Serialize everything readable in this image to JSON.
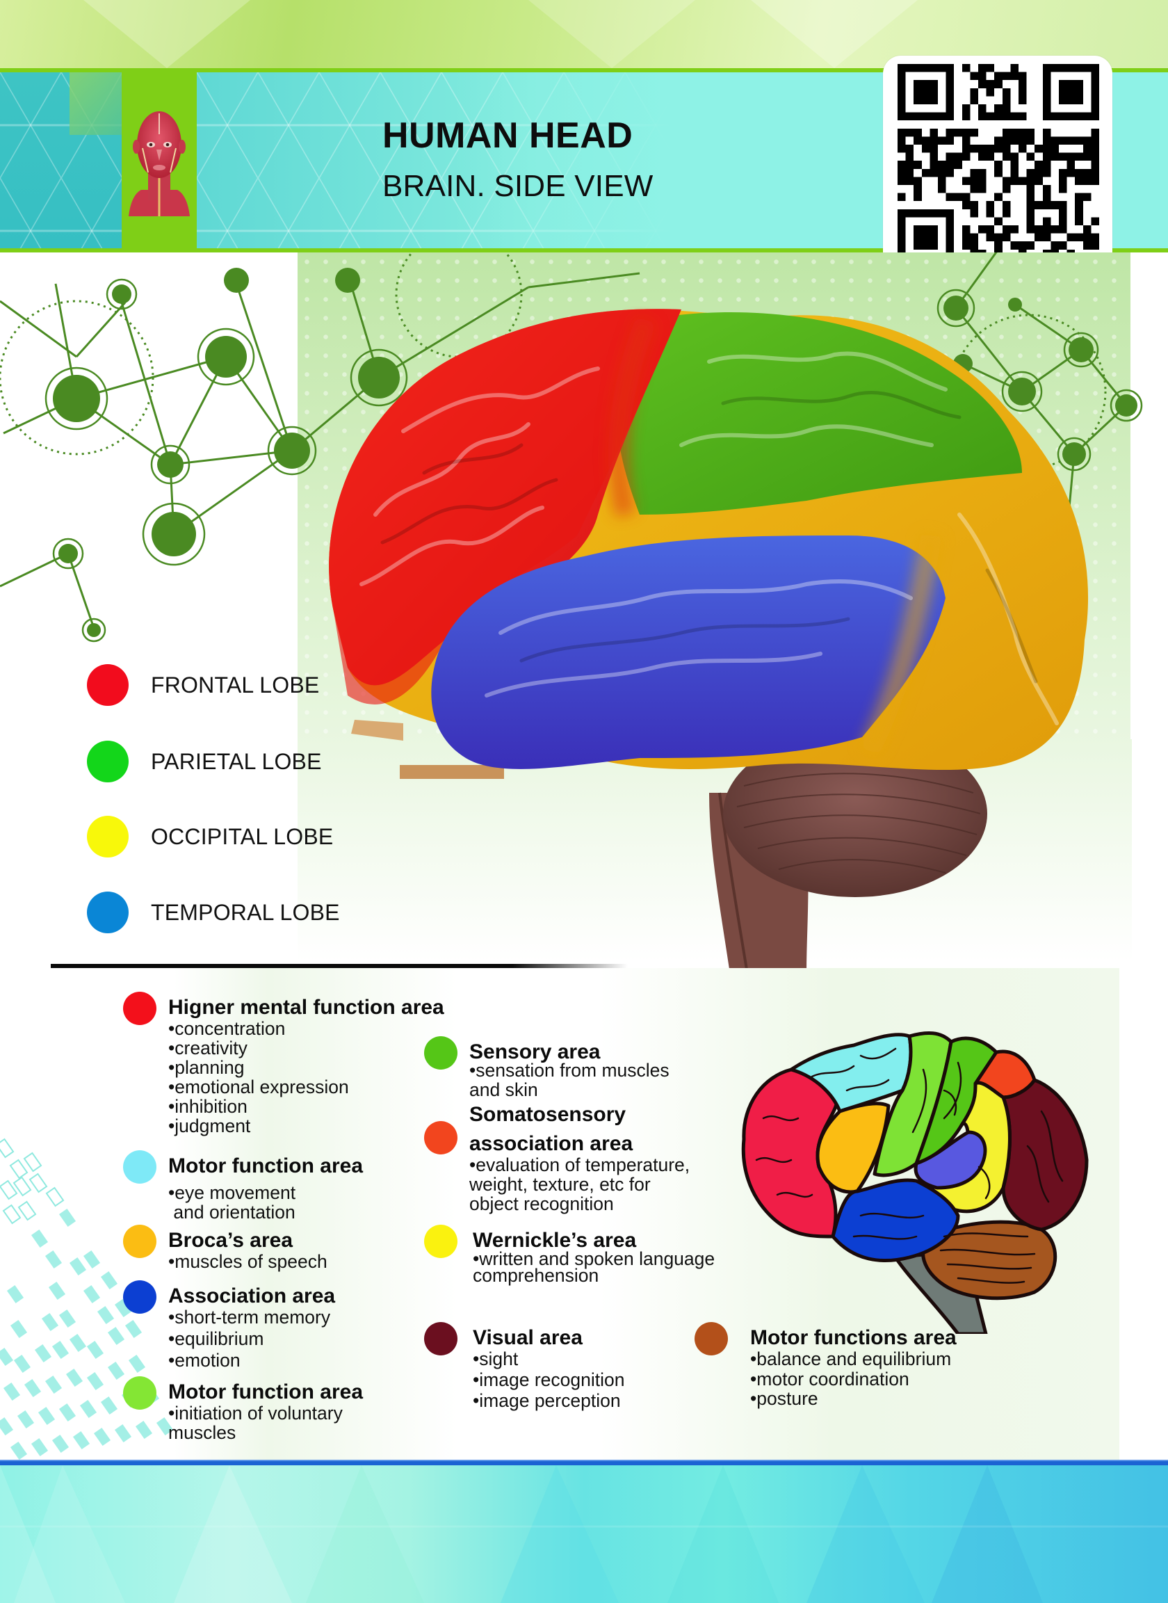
{
  "header": {
    "title": "HUMAN HEAD",
    "subtitle": "BRAIN. SIDE VIEW",
    "portrait_icon": "muscular-head-icon",
    "qr_icon": "qr-code-icon"
  },
  "lobes": [
    {
      "label": "FRONTAL LOBE",
      "color": "#f20c1d"
    },
    {
      "label": "PARIETAL LOBE",
      "color": "#13d61a"
    },
    {
      "label": "OCCIPITAL LOBE",
      "color": "#f8f80a"
    },
    {
      "label": "TEMPORAL LOBE",
      "color": "#0a86d6"
    }
  ],
  "areas": {
    "higher_mental": {
      "title": "Higner mental function area",
      "color": "#f3101b",
      "items": [
        "•concentration",
        "•creativity",
        "•planning",
        "•emotional expression",
        "•inhibition",
        "•judgment"
      ]
    },
    "motor_eye": {
      "title": "Motor function area",
      "color": "#7ee9f7",
      "items": [
        "•eye movement",
        " and orientation"
      ]
    },
    "broca": {
      "title": "Broca’s area",
      "color": "#fbbd13",
      "items": [
        "•muscles of speech"
      ]
    },
    "association": {
      "title": "Association area",
      "color": "#0c3fd2",
      "items": [
        "•short-term memory",
        "•equilibrium",
        "•emotion"
      ]
    },
    "motor_voluntary": {
      "title": "Motor function area",
      "color": "#84e634",
      "items": [
        "•initiation of voluntary",
        "muscles"
      ]
    },
    "sensory": {
      "title": "Sensory area",
      "color": "#55c617",
      "items": [
        "•sensation from muscles",
        "and skin"
      ]
    },
    "somatosensory": {
      "title_line1": "Somatosensory",
      "title_line2": "association area",
      "color": "#f2451e",
      "items": [
        "•evaluation of temperature,",
        "weight, texture, etc for",
        "object recognition"
      ]
    },
    "wernicke": {
      "title": "Wernickle’s area",
      "color": "#faf20f",
      "items": [
        "•written and spoken language",
        "comprehension"
      ]
    },
    "visual": {
      "title": "Visual area",
      "color": "#6b0f1f",
      "items": [
        "•sight",
        "•image recognition",
        "•image perception"
      ]
    },
    "motor_functions": {
      "title": "Motor functions area",
      "color": "#b3501a",
      "items": [
        "•balance and equilibrium",
        "•motor coordination",
        "•posture"
      ]
    }
  },
  "colors": {
    "header_green": "#7fcf17",
    "header_teal": "#8ef2e6",
    "network_green": "#4a8a22",
    "bottom_blue": "#1b63d3"
  }
}
